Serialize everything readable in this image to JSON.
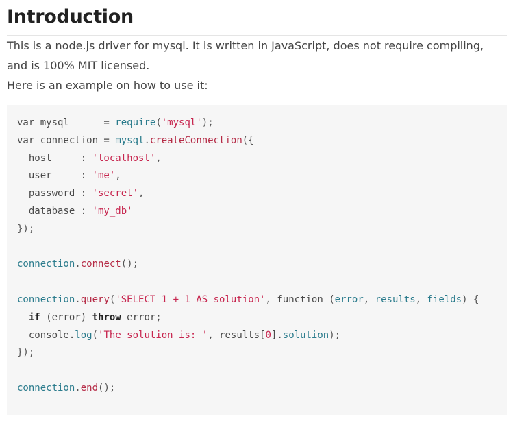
{
  "heading": "Introduction",
  "intro_text": "This is a node.js driver for mysql. It is written in JavaScript, does not require compiling, and is 100% MIT licensed.",
  "example_text": "Here is an example on how to use it:",
  "code_lines": [
    [
      {
        "t": "var mysql      = ",
        "c": "var"
      },
      {
        "t": "require",
        "c": "obj"
      },
      {
        "t": "(",
        "c": "p"
      },
      {
        "t": "'mysql'",
        "c": "str"
      },
      {
        "t": ");",
        "c": "p"
      }
    ],
    [
      {
        "t": "var connection = ",
        "c": "var"
      },
      {
        "t": "mysql",
        "c": "obj"
      },
      {
        "t": ".",
        "c": "p"
      },
      {
        "t": "createConnection",
        "c": "fn"
      },
      {
        "t": "({",
        "c": "p"
      }
    ],
    [
      {
        "t": "  host     : ",
        "c": "var"
      },
      {
        "t": "'localhost'",
        "c": "str"
      },
      {
        "t": ",",
        "c": "p"
      }
    ],
    [
      {
        "t": "  user     : ",
        "c": "var"
      },
      {
        "t": "'me'",
        "c": "str"
      },
      {
        "t": ",",
        "c": "p"
      }
    ],
    [
      {
        "t": "  password : ",
        "c": "var"
      },
      {
        "t": "'secret'",
        "c": "str"
      },
      {
        "t": ",",
        "c": "p"
      }
    ],
    [
      {
        "t": "  database : ",
        "c": "var"
      },
      {
        "t": "'my_db'",
        "c": "str"
      }
    ],
    [
      {
        "t": "});",
        "c": "p"
      }
    ],
    [],
    [
      {
        "t": "connection",
        "c": "obj"
      },
      {
        "t": ".",
        "c": "p"
      },
      {
        "t": "connect",
        "c": "fn"
      },
      {
        "t": "();",
        "c": "p"
      }
    ],
    [],
    [
      {
        "t": "connection",
        "c": "obj"
      },
      {
        "t": ".",
        "c": "p"
      },
      {
        "t": "query",
        "c": "fn"
      },
      {
        "t": "(",
        "c": "p"
      },
      {
        "t": "'SELECT 1 + 1 AS solution'",
        "c": "str"
      },
      {
        "t": ", function (",
        "c": "var"
      },
      {
        "t": "error",
        "c": "obj"
      },
      {
        "t": ", ",
        "c": "p"
      },
      {
        "t": "results",
        "c": "obj"
      },
      {
        "t": ", ",
        "c": "p"
      },
      {
        "t": "fields",
        "c": "obj"
      },
      {
        "t": ") {",
        "c": "p"
      }
    ],
    [
      {
        "t": "  ",
        "c": "p"
      },
      {
        "t": "if",
        "c": "kw"
      },
      {
        "t": " (error) ",
        "c": "var"
      },
      {
        "t": "throw",
        "c": "kw"
      },
      {
        "t": " error;",
        "c": "var"
      }
    ],
    [
      {
        "t": "  console.",
        "c": "var"
      },
      {
        "t": "log",
        "c": "obj"
      },
      {
        "t": "(",
        "c": "p"
      },
      {
        "t": "'The solution is: '",
        "c": "str"
      },
      {
        "t": ", results[",
        "c": "var"
      },
      {
        "t": "0",
        "c": "num"
      },
      {
        "t": "].",
        "c": "var"
      },
      {
        "t": "solution",
        "c": "obj"
      },
      {
        "t": ");",
        "c": "p"
      }
    ],
    [
      {
        "t": "});",
        "c": "p"
      }
    ],
    [],
    [
      {
        "t": "connection",
        "c": "obj"
      },
      {
        "t": ".",
        "c": "p"
      },
      {
        "t": "end",
        "c": "fn"
      },
      {
        "t": "();",
        "c": "p"
      }
    ]
  ]
}
